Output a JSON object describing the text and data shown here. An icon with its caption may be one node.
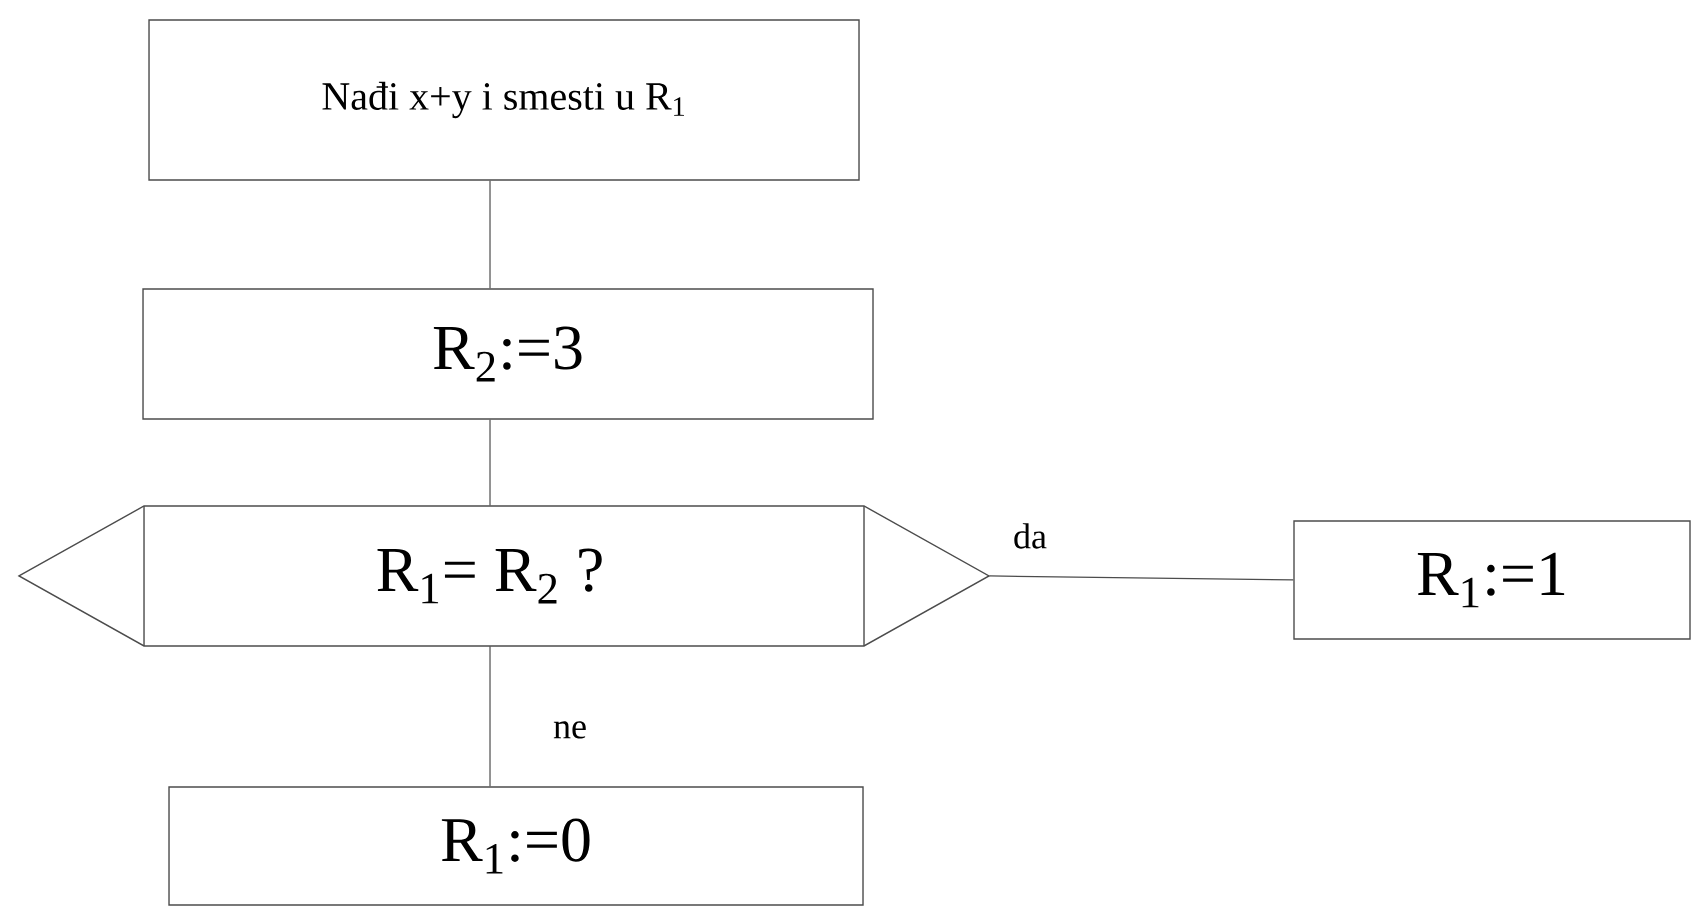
{
  "diagram": {
    "nodes": [
      {
        "text": [
          "Nađi x+y i smesti u R$_{1}$"
        ]
      },
      {
        "text": [
          "R$_{2}$:=3"
        ]
      },
      {
        "text": [
          "R$_{1}$= R$_{2}$ ?"
        ]
      },
      {
        "text": [
          "R$_{1}$:=1"
        ]
      },
      {
        "text": [
          "R$_{1}$:=0"
        ]
      }
    ],
    "edges": [
      {
        "from": 0,
        "to": 1,
        "arrow": "none"
      },
      {
        "from": 1,
        "to": 2,
        "arrow": "none"
      },
      {
        "from": 2,
        "to": 3,
        "arrow": "none",
        "label": "da"
      },
      {
        "from": 2,
        "to": 4,
        "arrow": "none",
        "label": "ne"
      }
    ]
  }
}
